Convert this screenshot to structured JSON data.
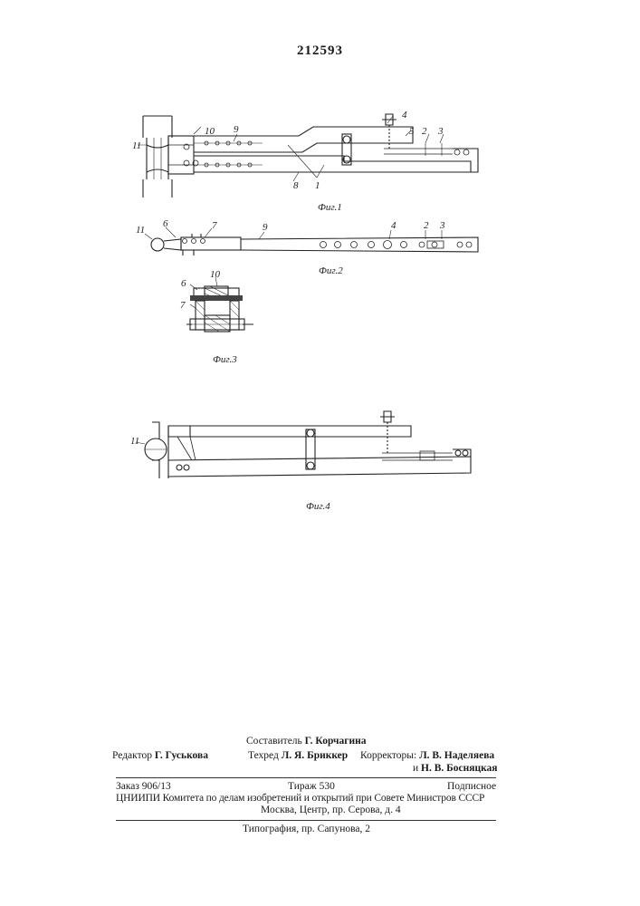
{
  "header": {
    "patent_number": "212593"
  },
  "figures": {
    "fig1": {
      "caption": "Фиг.1",
      "labels": [
        "11",
        "10",
        "9",
        "8",
        "1",
        "4",
        "5",
        "2",
        "3"
      ]
    },
    "fig2": {
      "caption": "Фиг.2",
      "labels": [
        "11",
        "6",
        "7",
        "9",
        "4",
        "2",
        "3"
      ]
    },
    "fig3": {
      "caption": "Фиг.3",
      "labels": [
        "6",
        "10",
        "7"
      ]
    },
    "fig4": {
      "caption": "Фиг.4",
      "labels": [
        "11"
      ]
    }
  },
  "colophon": {
    "compiler_label": "Составитель",
    "compiler_name": "Г. Корчагина",
    "editor_label": "Редактор",
    "editor_name": "Г. Гуськова",
    "techred_label": "Техред",
    "techred_name": "Л. Я. Бриккер",
    "correctors_label": "Корректоры:",
    "corrector1": "Л. В. Наделяева",
    "corrector2_prefix": "и",
    "corrector2": "Н. В. Босняцкая",
    "order": "Заказ 906/13",
    "circulation": "Тираж 530",
    "subscription": "Подписное",
    "institute": "ЦНИИПИ Комитета по делам изобретений и открытий при Совете Министров СССР",
    "address": "Москва, Центр, пр. Серова, д. 4",
    "printer": "Типография, пр. Сапунова, 2"
  }
}
